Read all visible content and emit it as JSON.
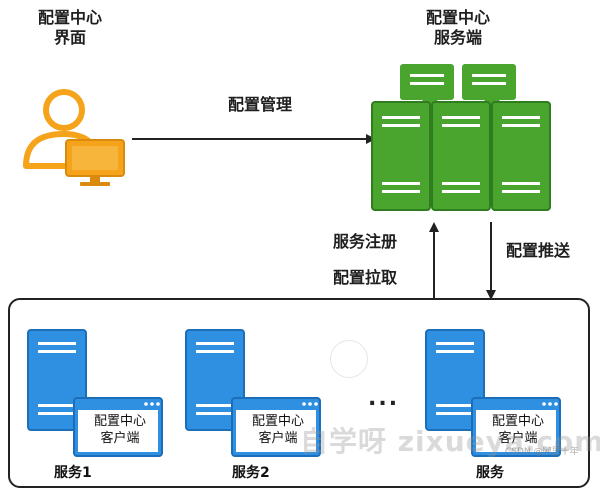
{
  "ui": {
    "config_ui_label_line1": "配置中心",
    "config_ui_label_line2": "界面",
    "server_label_line1": "配置中心",
    "server_label_line2": "服务端",
    "config_manage": "配置管理",
    "service_register": "服务注册",
    "config_pull": "配置拉取",
    "config_push": "配置推送",
    "ellipsis": "...",
    "client_line1": "配置中心",
    "client_line2": "客户端",
    "client3_line1": "配置中心",
    "client3_line2": "客户端",
    "service1": "服务1",
    "service2": "服务2",
    "service3": "服务",
    "watermark_main": "自学呀 zixueya.com",
    "watermark_small": "CSDN @阿里十年"
  },
  "colors": {
    "person": "#f5a31a",
    "monitor": "#f5a31a",
    "server_green": "#4aa52e",
    "server_green_dark": "#2f7d1e",
    "server_blue": "#2f8fe0",
    "server_blue_dark": "#1b6fba",
    "client_window": "#2f8fe0"
  }
}
